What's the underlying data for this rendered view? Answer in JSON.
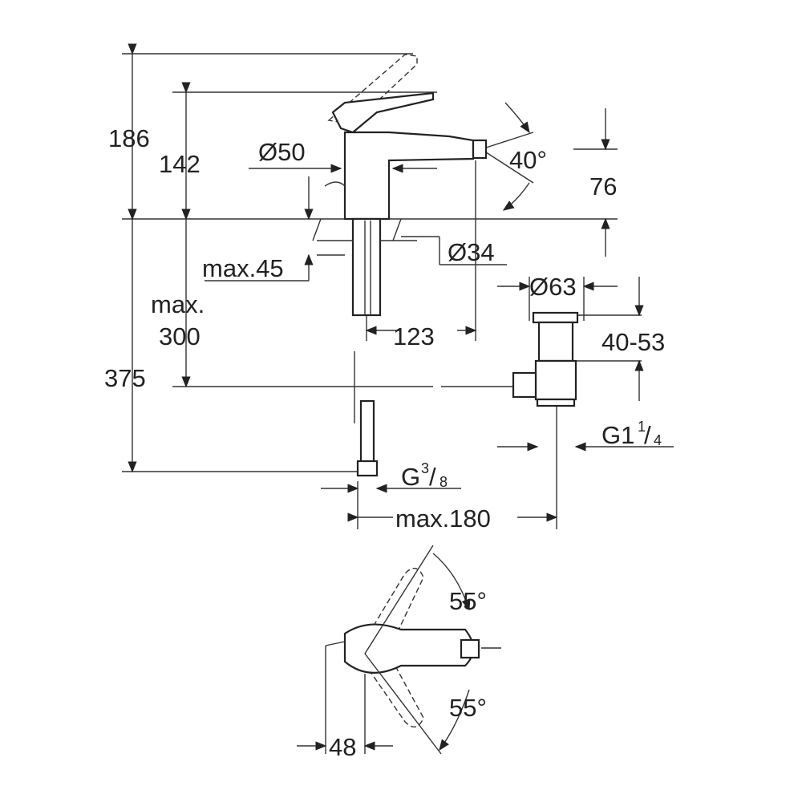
{
  "drawing": {
    "dims": {
      "h186": "186",
      "h142": "142",
      "d50": "Ø50",
      "angle40": "40°",
      "h76": "76",
      "d34": "Ø34",
      "max45": "max.45",
      "d63": "Ø63",
      "max300_a": "max.",
      "max300_b": "300",
      "r4053": "40-53",
      "w123": "123",
      "h375": "375",
      "g114_main": "G1",
      "g114_num": "1",
      "g114_den": "4",
      "g38_main": "G",
      "g38_num": "3",
      "g38_den": "8",
      "max180": "max.180",
      "angle55_top": "55°",
      "angle55_bottom": "55°",
      "w48": "48"
    }
  }
}
